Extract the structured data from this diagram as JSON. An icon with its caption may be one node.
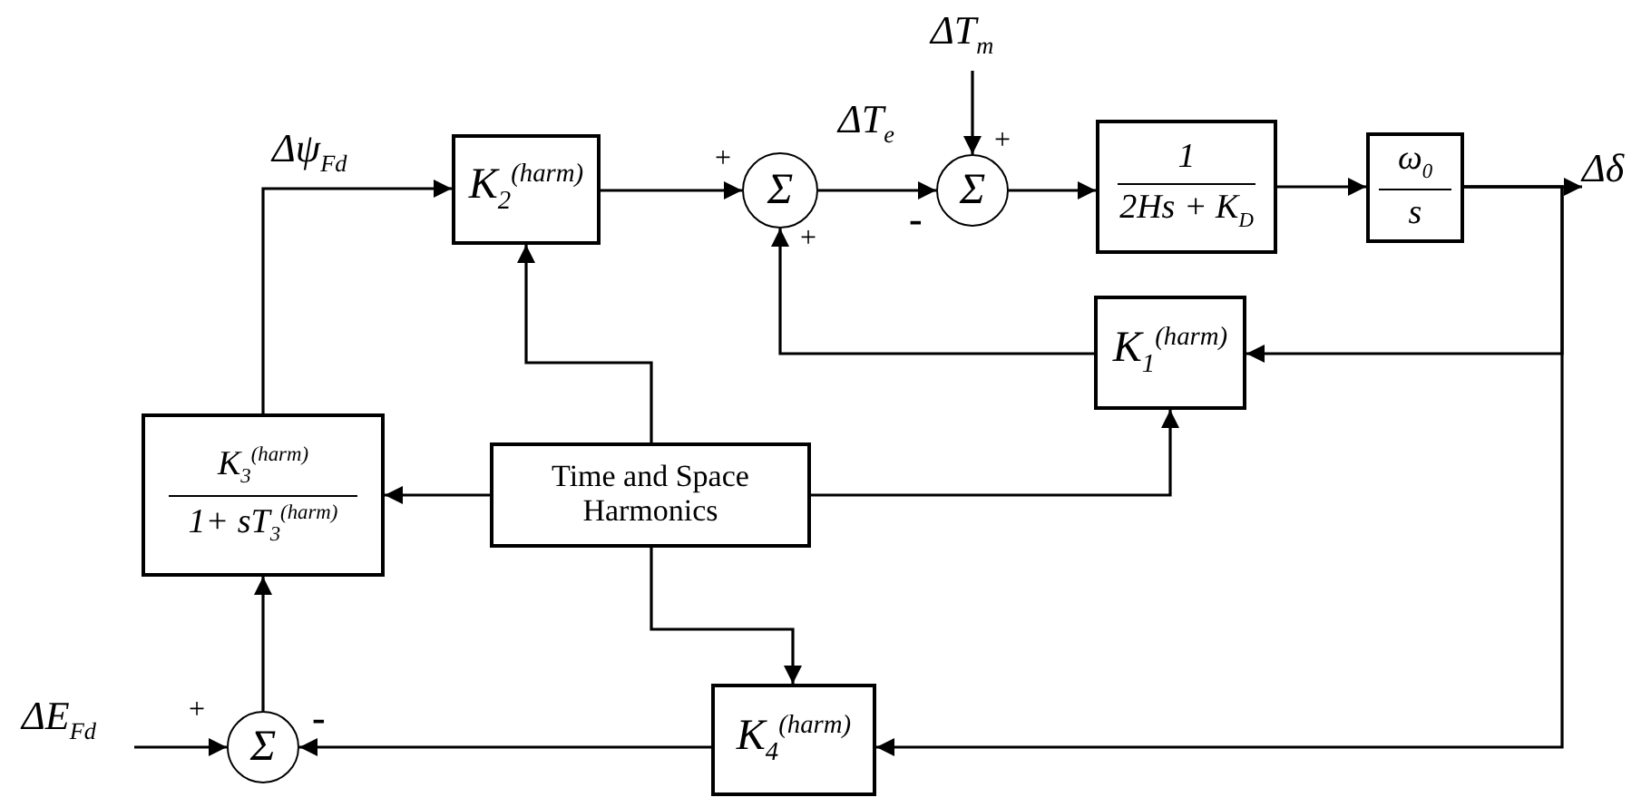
{
  "diagram": {
    "nodes": [
      {
        "text": [
          "ΔT$_{m}$"
        ]
      },
      {
        "text": [
          "K$_{2}$$^{(harm)}$"
        ]
      },
      {
        "text": [
          "Σ"
        ]
      },
      {
        "text": [
          "Σ"
        ]
      },
      {
        "text": [
          "1",
          "2Hs + K$_{D}$"
        ]
      },
      {
        "text": [
          "ω$_{0}$",
          "s"
        ]
      },
      {
        "text": [
          "Δδ"
        ]
      },
      {
        "text": [
          "K$_{1}$$^{(harm)}$"
        ]
      },
      {
        "text": [
          "K$_{3}$$^{(harm)}$",
          "1+ sT$_{3}$$^{(harm)}$"
        ]
      },
      {
        "text": [
          "Time and Space Harmonics"
        ]
      },
      {
        "text": [
          "ΔE$_{Fd}$"
        ]
      },
      {
        "text": [
          "Σ"
        ]
      },
      {
        "text": [
          "K$_{4}$$^{(harm)}$"
        ]
      }
    ],
    "edges": [
      {
        "from": 8,
        "to": 1,
        "arrow": "to",
        "label": "Δψ$_{Fd}$"
      },
      {
        "from": 1,
        "to": 2,
        "arrow": "to"
      },
      {
        "from": 2,
        "to": 3,
        "arrow": "to",
        "label": "ΔT$_{e}$"
      },
      {
        "from": 0,
        "to": 3,
        "arrow": "to"
      },
      {
        "from": 3,
        "to": 4,
        "arrow": "to"
      },
      {
        "from": 4,
        "to": 5,
        "arrow": "to"
      },
      {
        "from": 5,
        "to": 6,
        "arrow": "to"
      },
      {
        "from": 5,
        "to": 7,
        "arrow": "to"
      },
      {
        "from": 5,
        "to": 12,
        "arrow": "to"
      },
      {
        "from": 7,
        "to": 2,
        "arrow": "to"
      },
      {
        "from": 9,
        "to": 1,
        "arrow": "to"
      },
      {
        "from": 9,
        "to": 7,
        "arrow": "to"
      },
      {
        "from": 9,
        "to": 8,
        "arrow": "to"
      },
      {
        "from": 9,
        "to": 12,
        "arrow": "to"
      },
      {
        "from": 10,
        "to": 11,
        "arrow": "to"
      },
      {
        "from": 12,
        "to": 11,
        "arrow": "to"
      },
      {
        "from": 11,
        "to": 8,
        "arrow": "to"
      }
    ],
    "labels": [
      "+",
      "+",
      "-",
      "+",
      "+",
      "-"
    ]
  }
}
